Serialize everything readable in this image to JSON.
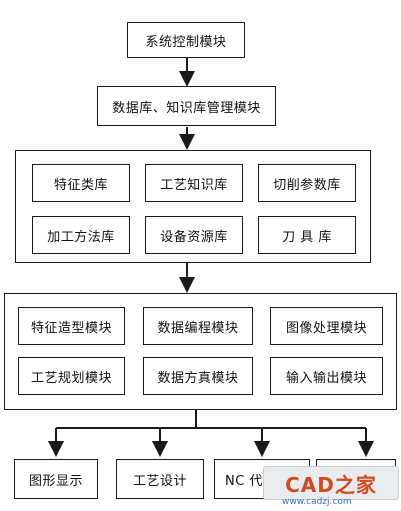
{
  "diagram": {
    "top": {
      "system_control": "系统控制模块",
      "db_kb_manage": "数据库、知识库管理模块"
    },
    "database_group": {
      "items": [
        "特征类库",
        "工艺知识库",
        "切削参数库",
        "加工方法库",
        "设备资源库",
        "刀 具 库"
      ]
    },
    "module_group": {
      "items": [
        "特征造型模块",
        "数据编程模块",
        "图像处理模块",
        "工艺规划模块",
        "数据方真模块",
        "输入输出模块"
      ]
    },
    "outputs": {
      "items": [
        "图形显示",
        "工艺设计",
        "NC 代",
        ""
      ]
    }
  },
  "watermark": {
    "logo": "CAD之家",
    "url": "www.cadzj.com"
  }
}
